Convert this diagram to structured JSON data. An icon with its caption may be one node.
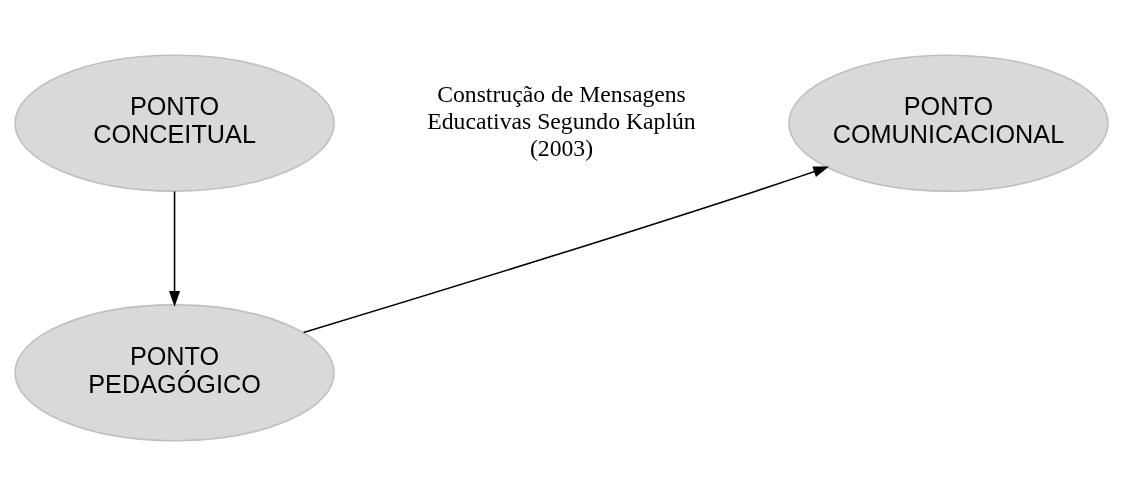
{
  "diagram": {
    "nodes": [
      {
        "text": [
          "PONTO CONCEITUAL"
        ]
      },
      {
        "text": [
          "PONTO COMUNICACIONAL"
        ]
      },
      {
        "text": [
          "PONTO PEDAGÓGICO"
        ]
      }
    ],
    "edges": [
      {
        "from": 0,
        "to": 2,
        "arrow": "to"
      },
      {
        "from": 2,
        "to": 1,
        "arrow": "to"
      }
    ],
    "labels": [
      "Construção de Mensagens Educativas Segundo Kaplún (2003)"
    ]
  }
}
